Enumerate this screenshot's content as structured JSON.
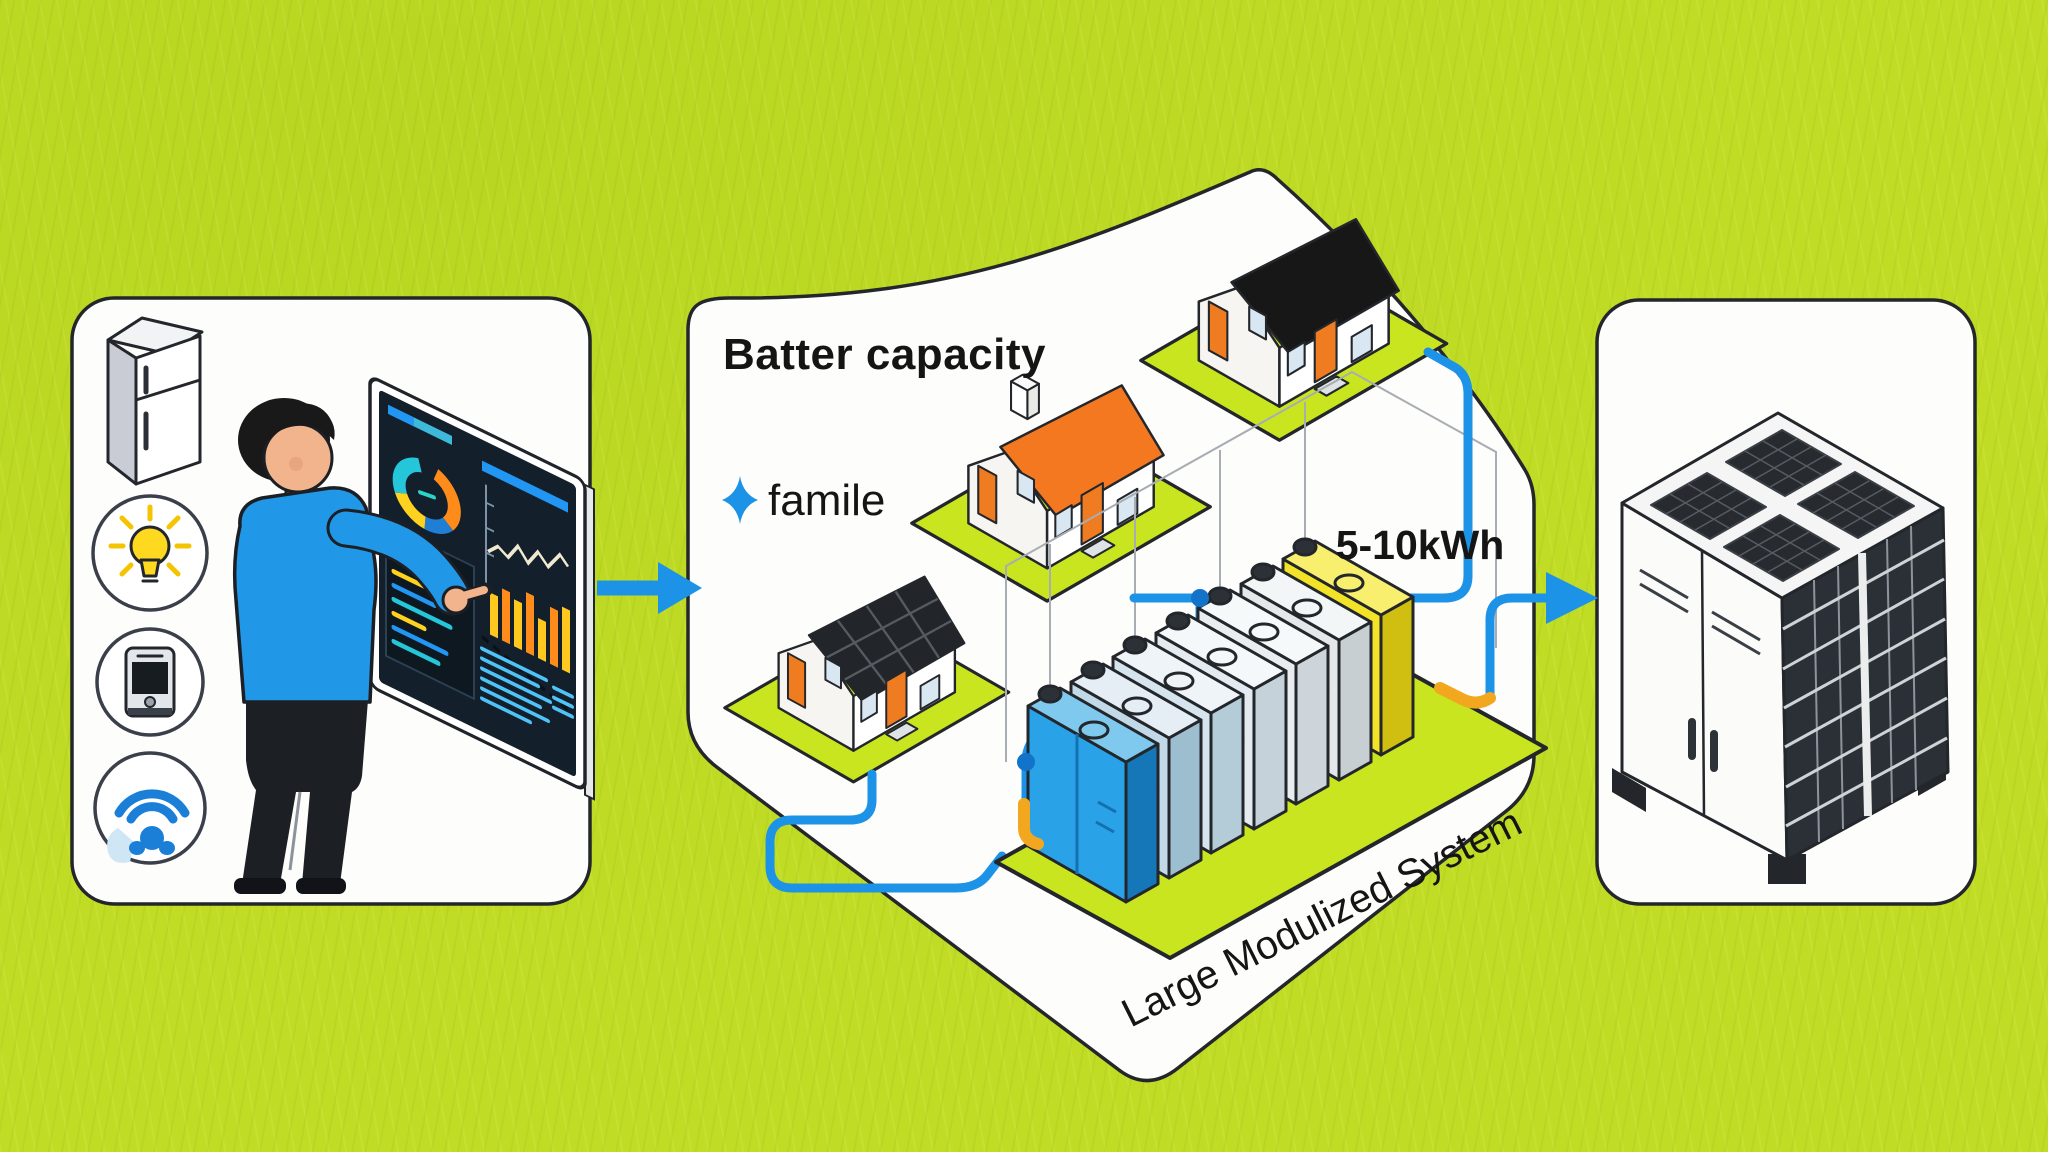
{
  "middle_panel": {
    "title": "Batter capacity",
    "family_label": "famile",
    "capacity_label": "5-10kWh",
    "system_label": "Large Modulized System"
  },
  "icons": {
    "left_panel_appliances": [
      "refrigerator-icon",
      "light-bulb-icon",
      "smartphone-icon",
      "wifi-icon"
    ],
    "family_marker": "four-point-star-icon"
  },
  "figures": {
    "person": "person-pointing-at-dashboard",
    "dashboard": "analytics-dashboard-screen",
    "houses": [
      "black-roof-house",
      "orange-roof-house",
      "solar-roof-house"
    ],
    "battery_bank": "seven-module-battery-row",
    "cabinet": "large-modular-battery-cabinet"
  },
  "colors": {
    "background_grass": "#c1dc25",
    "panel_white": "#fdfdfb",
    "outline_dark": "#23262b",
    "accent_blue": "#1d93e8",
    "lime_platform": "#c8e51f",
    "roof_orange": "#f4781f",
    "door_orange": "#f07c22",
    "window_blue": "#d9e7f2",
    "battery_blue": "#29a2e8",
    "battery_yellow": "#f2e329",
    "connector_orange": "#f2a71f",
    "bulb_yellow": "#ffd91f"
  }
}
